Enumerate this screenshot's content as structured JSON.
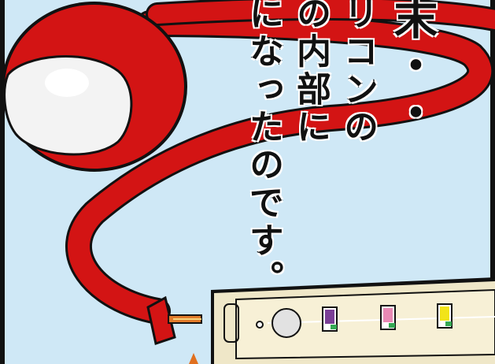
{
  "text": {
    "col1": "末・・",
    "col2": "リコンの",
    "col3": "の内部に",
    "col4": "になったのです。"
  },
  "colors": {
    "background": "#cfe8f6",
    "cord": "#d31414",
    "strip": "#efe7c8",
    "switch1": "#7b3f96",
    "switch2": "#e889b5",
    "switch3": "#f2e419"
  }
}
